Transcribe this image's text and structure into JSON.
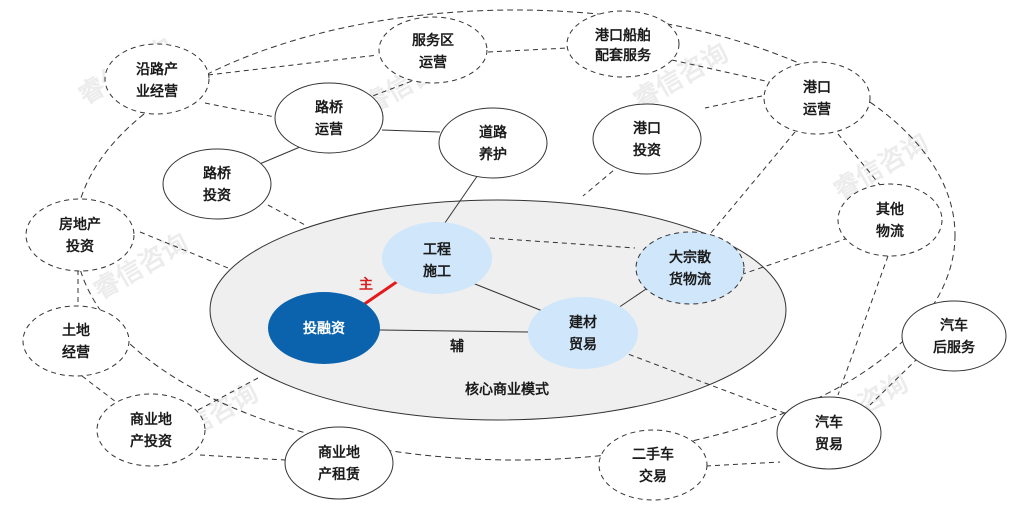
{
  "watermark_text": "睿信咨询",
  "colors": {
    "core_fill": "#efefef",
    "light_node_fill": "#cfe6fb",
    "dark_node_fill": "#0b63ad",
    "primary_link": "#e31b1b",
    "line": "#333333"
  },
  "core_label": "核心商业模式",
  "edge_labels": {
    "primary": "主",
    "secondary": "辅"
  },
  "nodes": {
    "investment_finance": [
      "投融资"
    ],
    "construction": [
      "工程",
      "施工"
    ],
    "materials_trade": [
      "建材",
      "贸易"
    ],
    "bulk_logistics": [
      "大宗散",
      "货物流"
    ],
    "roadside": [
      "沿路产",
      "业经营"
    ],
    "service_area": [
      "服务区",
      "运营"
    ],
    "port_ship": [
      "港口船舶",
      "配套服务"
    ],
    "port_ops": [
      "港口",
      "运营"
    ],
    "bridge_ops": [
      "路桥",
      "运营"
    ],
    "road_maint": [
      "道路",
      "养护"
    ],
    "port_invest": [
      "港口",
      "投资"
    ],
    "bridge_invest": [
      "路桥",
      "投资"
    ],
    "realestate_invest": [
      "房地产",
      "投资"
    ],
    "other_logistics": [
      "其他",
      "物流"
    ],
    "land_ops": [
      "土地",
      "经营"
    ],
    "car_after": [
      "汽车",
      "后服务"
    ],
    "commercial_invest": [
      "商业地",
      "产投资"
    ],
    "car_trade": [
      "汽车",
      "贸易"
    ],
    "commercial_lease": [
      "商业地",
      "产租赁"
    ],
    "used_car": [
      "二手车",
      "交易"
    ]
  }
}
